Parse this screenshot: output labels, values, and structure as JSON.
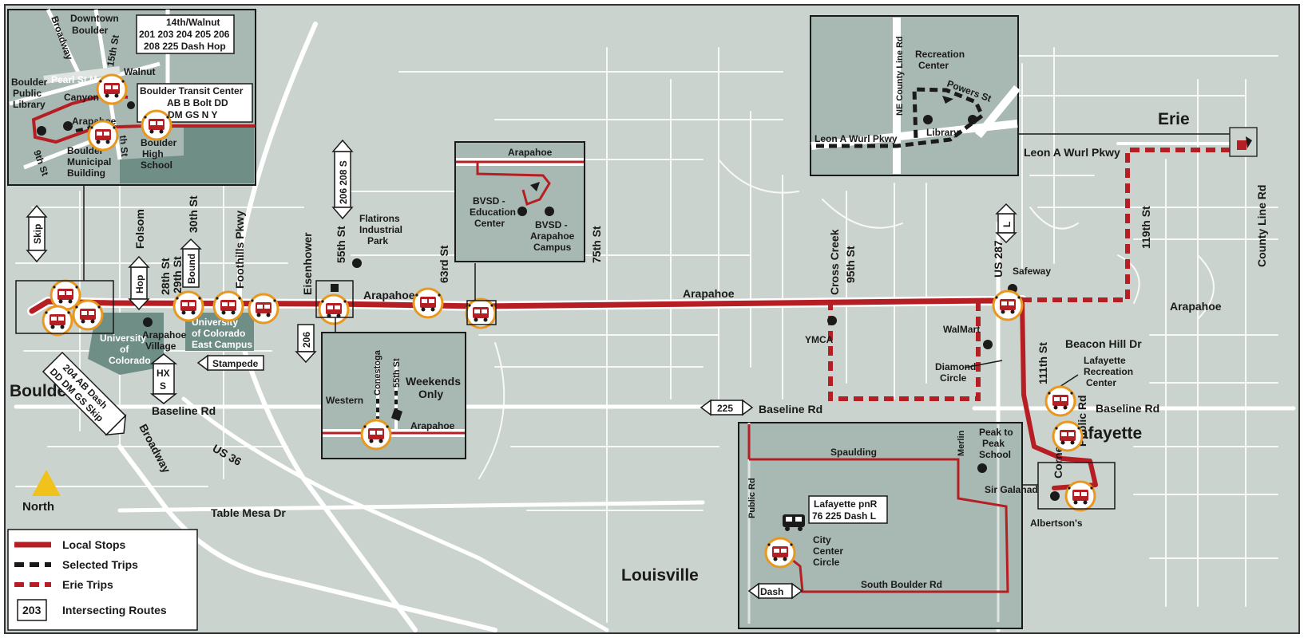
{
  "colors": {
    "background": "#cbd3ce",
    "inset": "#a8b8b2",
    "university": "#6f8e86",
    "route": "#b51f24",
    "selected": "#1a1a1a",
    "stop_ring": "#e8981e",
    "north_arrow": "#f0c21b"
  },
  "places": {
    "boulder": "Boulder",
    "lafayette": "Lafayette",
    "louisville": "Louisville",
    "erie": "Erie",
    "north": "North"
  },
  "streets": {
    "arapahoe_main": "Arapahoe",
    "arapahoe_mid": "Arapahoe",
    "arapahoe_east": "Arapahoe",
    "baseline_west": "Baseline Rd",
    "baseline_mid": "Baseline Rd",
    "baseline_east": "Baseline Rd",
    "broadway": "Broadway",
    "us36": "US 36",
    "table_mesa": "Table Mesa Dr",
    "folsom": "Folsom",
    "st28": "28th St",
    "st29": "29th St",
    "st30": "30th St",
    "foothills": "Foothills Pkwy",
    "eisenhower": "Eisenhower",
    "st55": "55th St",
    "st63": "63rd St",
    "st75": "75th St",
    "cross_creek": "Cross Creek",
    "st95": "95th St",
    "us287": "US 287",
    "st111": "111th St",
    "st119": "119th St",
    "county_line": "County Line Rd",
    "leon_wurl": "Leon A Wurl Pkwy",
    "beacon_hill": "Beacon Hill Dr",
    "public_rd": "Public Rd",
    "cornerstone": "Cornerst"
  },
  "landmarks": {
    "flatirons": [
      "Flatirons",
      "Industrial",
      "Park"
    ],
    "arapahoe_village": [
      "Arapahoe",
      "Village"
    ],
    "univ_colorado": [
      "University",
      "of",
      "Colorado"
    ],
    "univ_east": [
      "University",
      "of Colorado",
      "East Campus"
    ],
    "ymca": "YMCA",
    "walmart": "WalMart",
    "diamond_circle": [
      "Diamond",
      "Circle"
    ],
    "safeway": "Safeway",
    "lafayette_rec": [
      "Lafayette",
      "Recreation",
      "Center"
    ],
    "albertsons": "Albertson's"
  },
  "route_boxes": {
    "skip": "Skip",
    "hop": "Hop",
    "bound": "Bound",
    "hx_s": [
      "HX",
      "S"
    ],
    "r206_208_s": "206  208  S",
    "r206": "206",
    "stampede": "Stampede",
    "r204": [
      "204 AB Dash",
      "DD DM GS Skip"
    ],
    "r225": "225",
    "l": "L",
    "dash": "Dash"
  },
  "inset_downtown": {
    "downtown": [
      "Downtown",
      "Boulder"
    ],
    "walnut_box": [
      "14th/Walnut",
      "201 203 204 205 206",
      "208 225 Dash Hop"
    ],
    "transit_box": [
      "Boulder Transit Center",
      "AB B Bolt DD",
      "DM GS N Y"
    ],
    "broadway": "Broadway",
    "st15": "15th St",
    "pearl": "Pearl St Mall",
    "walnut": "Walnut",
    "canyon": "Canyon",
    "arapahoe": "Arapahoe",
    "st9": "9th St",
    "st14": "th St",
    "library": [
      "Boulder",
      "Public",
      "Library"
    ],
    "municipal": [
      "Boulder",
      "Municipal",
      "Building"
    ],
    "high_school": [
      "Boulder",
      "High",
      "School"
    ]
  },
  "inset_bvsd": {
    "arapahoe": "Arapahoe",
    "education": [
      "BVSD -",
      "Education",
      "Center"
    ],
    "campus": [
      "BVSD -",
      "Arapahoe",
      "Campus"
    ]
  },
  "inset_55th": {
    "conestoga": "Conestoga",
    "st55": "55th St",
    "western": "Western",
    "weekends": [
      "Weekends",
      "Only"
    ],
    "arapahoe": "Arapahoe"
  },
  "inset_erie": {
    "ne_county": "NE County Line Rd",
    "rec": [
      "Recreation",
      "Center"
    ],
    "powers": "Powers St",
    "library": "Library",
    "leon_wurl": "Leon A Wurl Pkwy"
  },
  "inset_louisville": {
    "spaulding": "Spaulding",
    "merlin": "Merlin",
    "peak": [
      "Peak to",
      "Peak",
      "School"
    ],
    "sir_galahad": "Sir Galahad",
    "public_rd": "Public Rd",
    "pnr_box": [
      "Lafayette pnR",
      "76 225 Dash L"
    ],
    "city_center": [
      "City",
      "Center",
      "Circle"
    ],
    "south_boulder": "South Boulder Rd"
  },
  "legend": {
    "local": "Local Stops",
    "selected": "Selected Trips",
    "erie": "Erie Trips",
    "routes_box": "203",
    "routes": "Intersecting Routes"
  },
  "stops_icon": "bus-stop-icon"
}
